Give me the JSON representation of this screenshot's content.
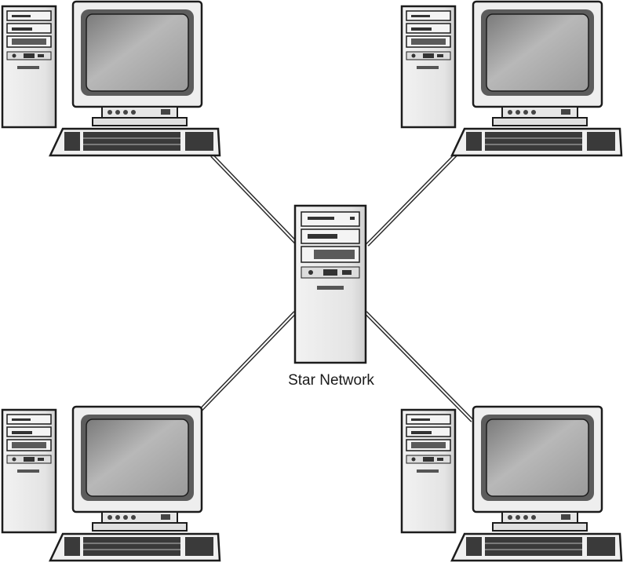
{
  "diagram": {
    "caption": "Star Network"
  },
  "colors": {
    "outline": "#1c1c1c",
    "case_fill": "#e9e9e9",
    "case_shadow": "#d6d6d6",
    "screen_fill": "#8e8e8e",
    "screen_glare": "#bdbdbd",
    "slot_fill": "#5a5a5a",
    "key_fill": "#3a3a3a",
    "cable": "#2b2b2b",
    "cable_inner": "#ffffff"
  },
  "nodes": [
    {
      "id": "workstation-top-left",
      "icon": "workstation-icon"
    },
    {
      "id": "workstation-top-right",
      "icon": "workstation-icon"
    },
    {
      "id": "workstation-bottom-left",
      "icon": "workstation-icon"
    },
    {
      "id": "workstation-bottom-right",
      "icon": "workstation-icon"
    },
    {
      "id": "central-hub-server",
      "icon": "server-tower-icon"
    }
  ]
}
